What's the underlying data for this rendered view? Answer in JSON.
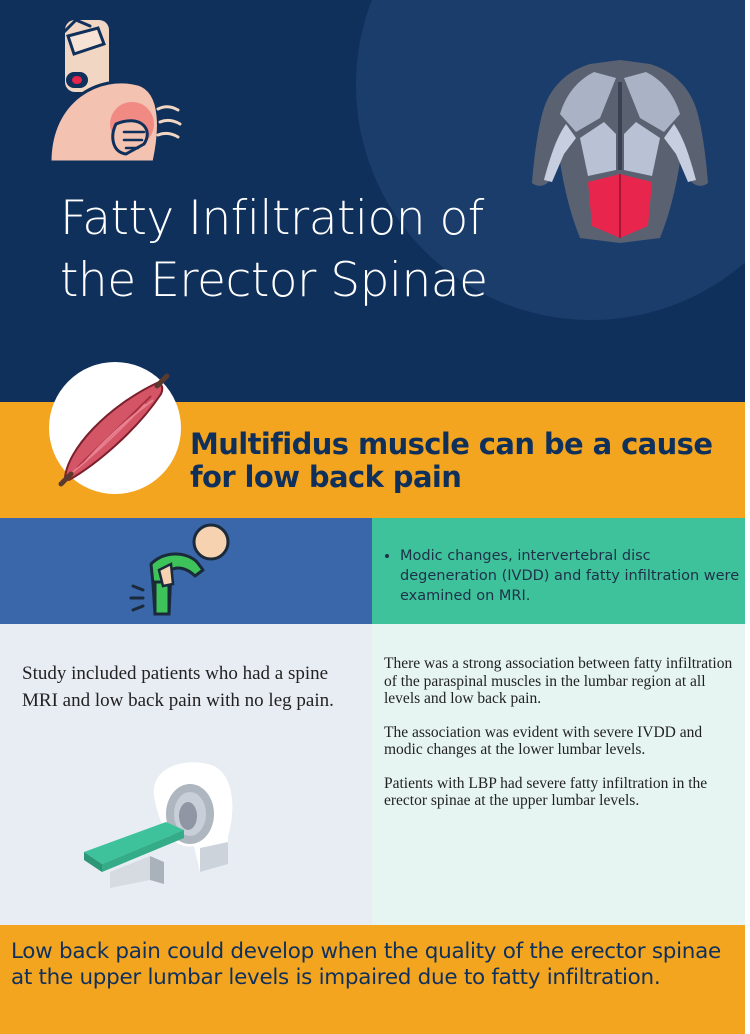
{
  "header": {
    "title": "Fatty Infiltration of the Erector Spinae"
  },
  "band": {
    "subtitle": "Multifidus muscle can be a cause for low back pain"
  },
  "mri_note": {
    "bullets": [
      "Modic changes, intervertebral disc degeneration (IVDD) and fatty infiltration were examined on MRI."
    ]
  },
  "study": {
    "text": "Study included patients who had a spine MRI and low back pain with no leg pain."
  },
  "findings": {
    "paragraphs": [
      "There was a strong association between fatty infiltration of the paraspinal muscles in the lumbar region at all levels and low back pain.",
      "The association was evident with severe IVDD and modic changes at the lower lumbar levels.",
      "Patients with LBP had severe fatty infiltration in the erector spinae at the upper lumbar levels."
    ]
  },
  "conclusion": {
    "text": "Low back pain could develop when the quality of the erector spinae at the upper lumbar levels is impaired due to fatty infiltration."
  },
  "colors": {
    "navy": "#10305c",
    "orange": "#f3a51f",
    "blue": "#3a67a9",
    "green": "#3ec29b",
    "highlight_red": "#e8264d"
  },
  "icons": {
    "header_left": "back-pain-person-icon",
    "header_right": "back-muscles-icon",
    "band": "muscle-fiber-icon",
    "blue_cell": "bent-over-person-icon",
    "left_cell": "mri-scanner-icon"
  }
}
